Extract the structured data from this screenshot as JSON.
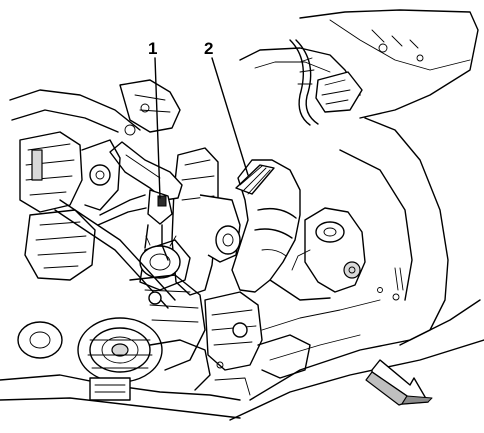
{
  "diagram": {
    "callouts": [
      {
        "id": "1",
        "label": "1"
      },
      {
        "id": "2",
        "label": "2"
      }
    ],
    "icons": {
      "direction_arrow": "front-direction-arrow-icon"
    },
    "colors": {
      "line": "#000000",
      "background": "#ffffff",
      "shade": "#d9d9d9"
    }
  }
}
